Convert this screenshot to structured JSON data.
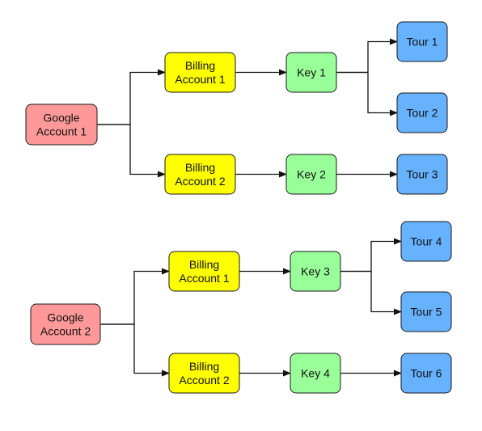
{
  "diagram": {
    "colors": {
      "google_account": "#ff9999",
      "billing_account": "#ffff00",
      "key": "#99ff99",
      "tour": "#66b2ff",
      "edge": "#111111"
    },
    "groups": [
      {
        "google_account": [
          "Google",
          "Account 1"
        ],
        "billing_accounts": [
          {
            "label": [
              "Billing",
              "Account 1"
            ],
            "key": "Key 1",
            "tours": [
              "Tour 1",
              "Tour 2"
            ]
          },
          {
            "label": [
              "Billing",
              "Account 2"
            ],
            "key": "Key 2",
            "tours": [
              "Tour 3"
            ]
          }
        ]
      },
      {
        "google_account": [
          "Google",
          "Account 2"
        ],
        "billing_accounts": [
          {
            "label": [
              "Billing",
              "Account 1"
            ],
            "key": "Key 3",
            "tours": [
              "Tour 4",
              "Tour 5"
            ]
          },
          {
            "label": [
              "Billing",
              "Account 2"
            ],
            "key": "Key 4",
            "tours": [
              "Tour 6"
            ]
          }
        ]
      }
    ]
  }
}
